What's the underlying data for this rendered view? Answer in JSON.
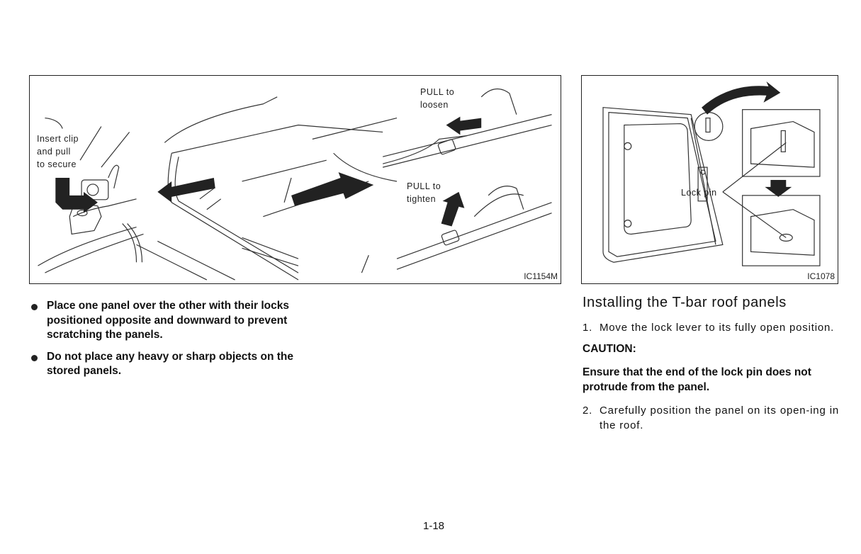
{
  "figures": [
    {
      "id": "fig1",
      "code": "IC1154M",
      "labels": {
        "insert_clip": "Insert clip\nand pull\nto secure",
        "pull_loosen": "PULL to\nloosen",
        "pull_tighten": "PULL to\ntighten"
      },
      "icons": [
        "clip-illustration",
        "car-trunk-illustration",
        "strap-buckle-illustration",
        "arrow-icon"
      ]
    },
    {
      "id": "fig2",
      "code": "IC1078",
      "labels": {
        "lock_pin": "Lock pin"
      },
      "icons": [
        "roof-panel-illustration",
        "lock-pin-detail",
        "arrow-icon"
      ]
    }
  ],
  "left_column": {
    "bullets": [
      "Place one panel over the other with their locks positioned opposite and downward to prevent scratching the panels.",
      "Do not place any heavy or sharp objects on the stored panels."
    ]
  },
  "right_column": {
    "title": "Installing the T-bar roof panels",
    "step1_num": "1.",
    "step1": "Move the lock lever to its fully open position.",
    "caution_heading": "CAUTION:",
    "caution_body": "Ensure that the end of the lock pin does not protrude from the panel.",
    "step2_num": "2.",
    "step2": "Carefully position the panel on its open-ing in the roof."
  },
  "page_number": "1-18"
}
